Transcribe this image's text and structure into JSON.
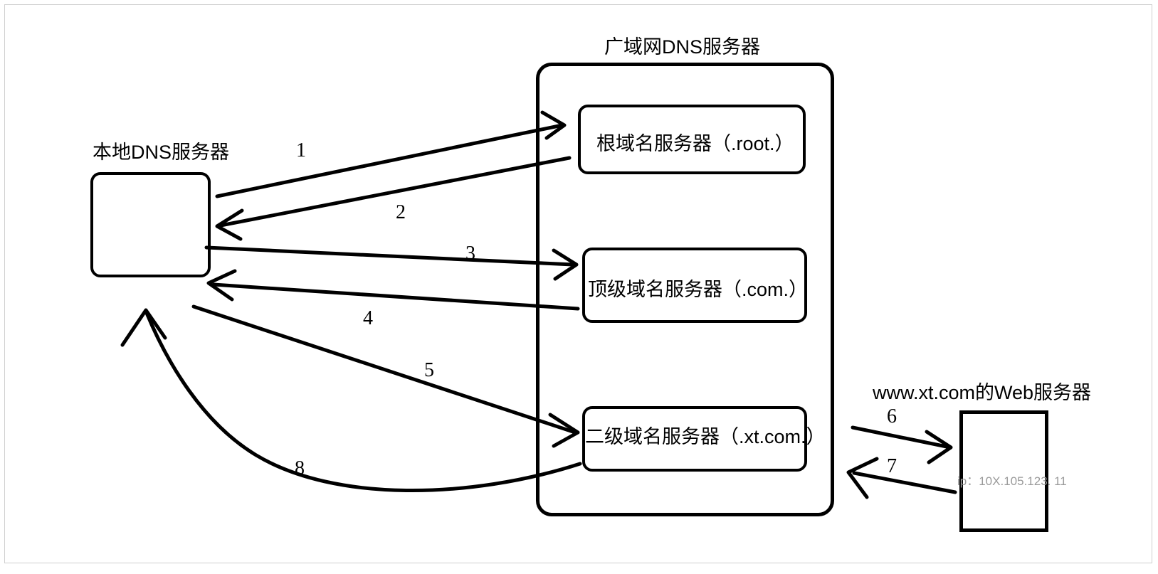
{
  "diagram": {
    "title_local": "本地DNS服务器",
    "title_wan": "广域网DNS服务器",
    "title_web": "www.xt.com的Web服务器",
    "nodes": {
      "local_dns": {
        "label": "本地DNS服务器",
        "text": ""
      },
      "root_server": {
        "label": "根域名服务器（.root.）"
      },
      "tld_server": {
        "label": "顶级域名服务器（.com.）"
      },
      "second_level_server": {
        "label": "二级域名服务器（.xt.com.）"
      },
      "web_server": {
        "label": "www.xt.com的Web服务器",
        "ip": "ip：10X.105.123. 11"
      }
    },
    "steps": [
      {
        "id": "1",
        "num": "1",
        "from": "local_dns",
        "to": "root_server",
        "desc": "query-root"
      },
      {
        "id": "2",
        "num": "2",
        "from": "root_server",
        "to": "local_dns",
        "desc": "reply-root"
      },
      {
        "id": "3",
        "num": "3",
        "from": "local_dns",
        "to": "tld_server",
        "desc": "query-tld"
      },
      {
        "id": "4",
        "num": "4",
        "from": "tld_server",
        "to": "local_dns",
        "desc": "reply-tld"
      },
      {
        "id": "5",
        "num": "5",
        "from": "local_dns",
        "to": "second_level_server",
        "desc": "query-second-level"
      },
      {
        "id": "6",
        "num": "6",
        "from": "second_level_server",
        "to": "web_server",
        "desc": "query-web"
      },
      {
        "id": "7",
        "num": "7",
        "from": "web_server",
        "to": "second_level_server",
        "desc": "reply-web"
      },
      {
        "id": "8",
        "num": "8",
        "from": "second_level_server",
        "to": "local_dns",
        "desc": "reply-second-level"
      }
    ],
    "colors": {
      "stroke": "#000000",
      "background": "#ffffff",
      "ip_text": "#9a9a9a"
    }
  }
}
